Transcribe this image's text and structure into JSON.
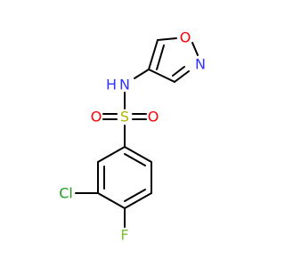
{
  "molecule": {
    "atoms": {
      "nitrogen_amide": "N",
      "hydrogen_amide": "H",
      "oxygen_isoxazole": "O",
      "nitrogen_isoxazole": "N",
      "sulfur": "S",
      "oxygen_sulfonyl_left": "O",
      "oxygen_sulfonyl_right": "O",
      "chlorine": "Cl",
      "fluorine": "F"
    },
    "colors": {
      "bond": "#000000",
      "nitrogen": "#3333ff",
      "oxygen": "#ff0000",
      "sulfur": "#b3b300",
      "chlorine": "#1fa01f",
      "fluorine": "#7cc230"
    }
  }
}
